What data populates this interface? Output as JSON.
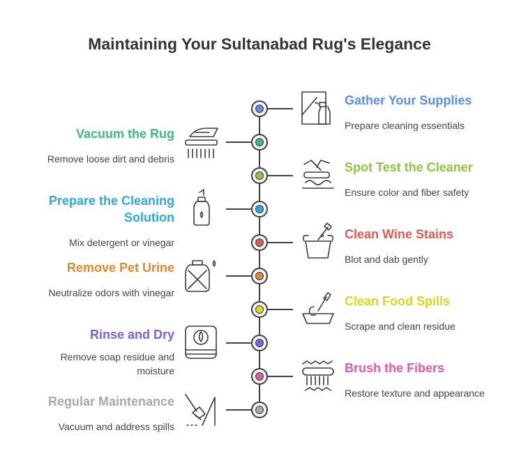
{
  "title": "Maintaining Your Sultanabad Rug's Elegance",
  "steps": [
    {
      "title": "Gather Your Supplies",
      "desc": "Prepare cleaning essentials",
      "color": "#5b8ee6",
      "side": "right",
      "icon": "spray-bottle-icon"
    },
    {
      "title": "Vacuum the Rug",
      "desc": "Remove loose dirt and debris",
      "color": "#41b883",
      "side": "left",
      "icon": "vacuum-icon"
    },
    {
      "title": "Spot Test the Cleaner",
      "desc": "Ensure color and fiber safety",
      "color": "#8cc63e",
      "side": "right",
      "icon": "spot-test-icon"
    },
    {
      "title": "Prepare the Cleaning Solution",
      "desc": "Mix detergent or vinegar",
      "color": "#2ea8d8",
      "side": "left",
      "icon": "detergent-bottle-icon"
    },
    {
      "title": "Clean Wine Stains",
      "desc": "Blot and dab gently",
      "color": "#e05a4f",
      "side": "right",
      "icon": "wine-bucket-icon"
    },
    {
      "title": "Remove Pet Urine",
      "desc": "Neutralize odors with vinegar",
      "color": "#e08a30",
      "side": "left",
      "icon": "vinegar-jug-icon"
    },
    {
      "title": "Clean Food Spills",
      "desc": "Scrape and clean residue",
      "color": "#e3d21f",
      "side": "right",
      "icon": "scrape-bowl-icon"
    },
    {
      "title": "Rinse and Dry",
      "desc": "Remove soap residue and moisture",
      "color": "#7d5fe0",
      "side": "left",
      "icon": "towel-drop-icon"
    },
    {
      "title": "Brush the Fibers",
      "desc": "Restore texture and appearance",
      "color": "#e05aa8",
      "side": "right",
      "icon": "brush-icon"
    },
    {
      "title": "Regular Maintenance",
      "desc": "Vacuum and address spills",
      "color": "#a9a9a9",
      "side": "left",
      "icon": "broom-icon"
    }
  ]
}
